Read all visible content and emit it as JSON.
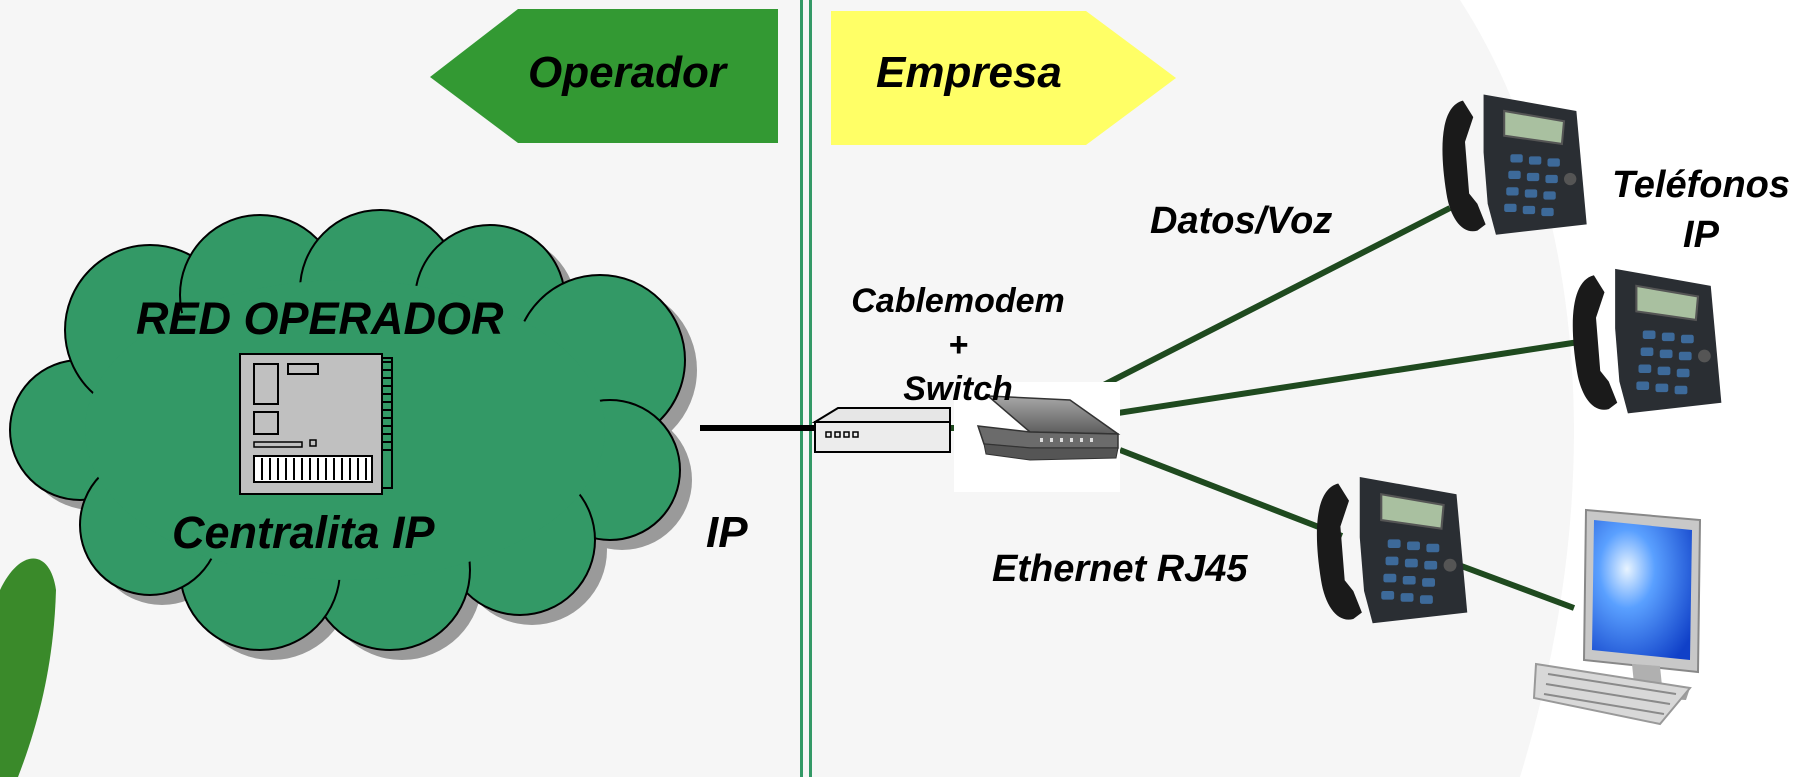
{
  "zones": {
    "operator_label": "Operador",
    "company_label": "Empresa"
  },
  "cloud": {
    "title": "RED OPERADOR",
    "device_label": "Centralita IP"
  },
  "links": {
    "ip_label": "IP",
    "data_voice_label": "Datos/Voz",
    "ethernet_label": "Ethernet RJ45"
  },
  "cablemodem": {
    "line1": "Cablemodem",
    "line2": "+",
    "line3": "Switch"
  },
  "phones": {
    "line1": "Teléfonos",
    "line2": "IP"
  },
  "colors": {
    "operator_green": "#339933",
    "company_yellow": "#ffff66",
    "cloud_green": "#339966",
    "link_green": "#1f4a1f",
    "divider": "#339966"
  },
  "icons": [
    "pbx-board-icon",
    "cablemodem-icon",
    "switch-icon",
    "ip-phone-icon",
    "computer-icon"
  ]
}
